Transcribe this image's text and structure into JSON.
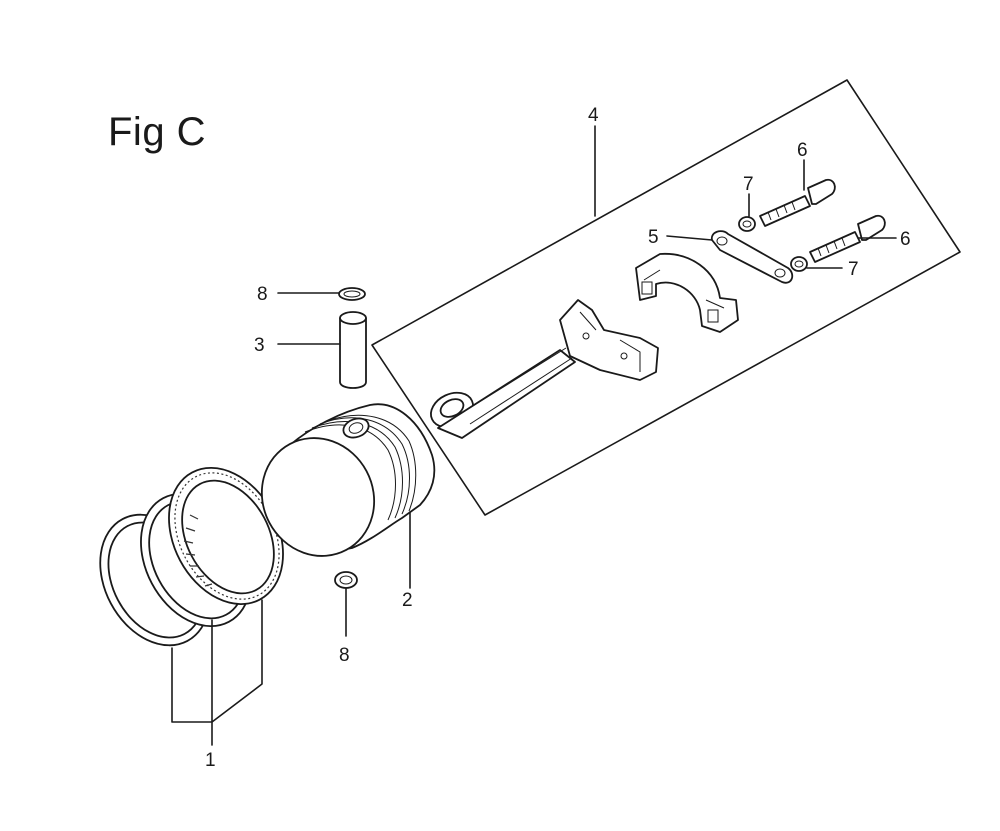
{
  "figure": {
    "title": "Fig C"
  },
  "callouts": [
    {
      "id": "c1",
      "label": "1"
    },
    {
      "id": "c2",
      "label": "2"
    },
    {
      "id": "c3",
      "label": "3"
    },
    {
      "id": "c4",
      "label": "4"
    },
    {
      "id": "c5",
      "label": "5"
    },
    {
      "id": "c6a",
      "label": "6"
    },
    {
      "id": "c6b",
      "label": "6"
    },
    {
      "id": "c7a",
      "label": "7"
    },
    {
      "id": "c7b",
      "label": "7"
    },
    {
      "id": "c8a",
      "label": "8"
    },
    {
      "id": "c8b",
      "label": "8"
    }
  ]
}
